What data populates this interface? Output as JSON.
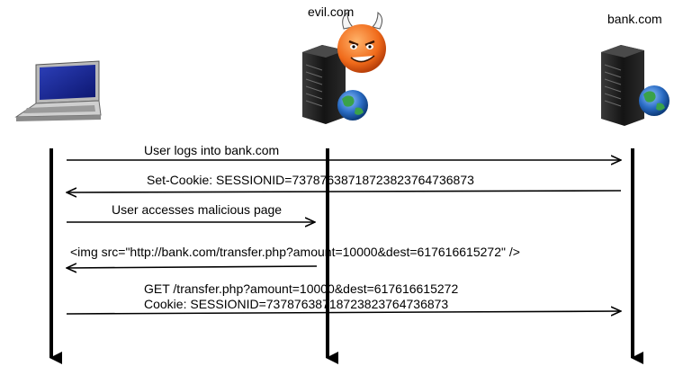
{
  "participants": {
    "client": {
      "label": "",
      "icon": "laptop-icon"
    },
    "evil": {
      "label": "evil.com",
      "icon": "server-icon",
      "badge_icon": "devil-face-icon"
    },
    "bank": {
      "label": "bank.com",
      "icon": "server-icon"
    }
  },
  "messages": {
    "login": "User logs into bank.com",
    "set_cookie": "Set-Cookie: SESSIONID=737876387187238237647368​73",
    "malicious_page": "User accesses malicious page",
    "img_tag": "<img src=\"http://bank.com/transfer.php?amount=10000&dest=617616615272\" />",
    "get_request_line1": "GET /transfer.php?amount=10000&dest=617616615272",
    "get_request_line2": "Cookie: SESSIONID=737876387187238237647368​73"
  },
  "colors": {
    "line": "#000000",
    "server_body": "#1c1c1c",
    "globe": "#1f5fb0",
    "devil": "#f06a1a"
  }
}
